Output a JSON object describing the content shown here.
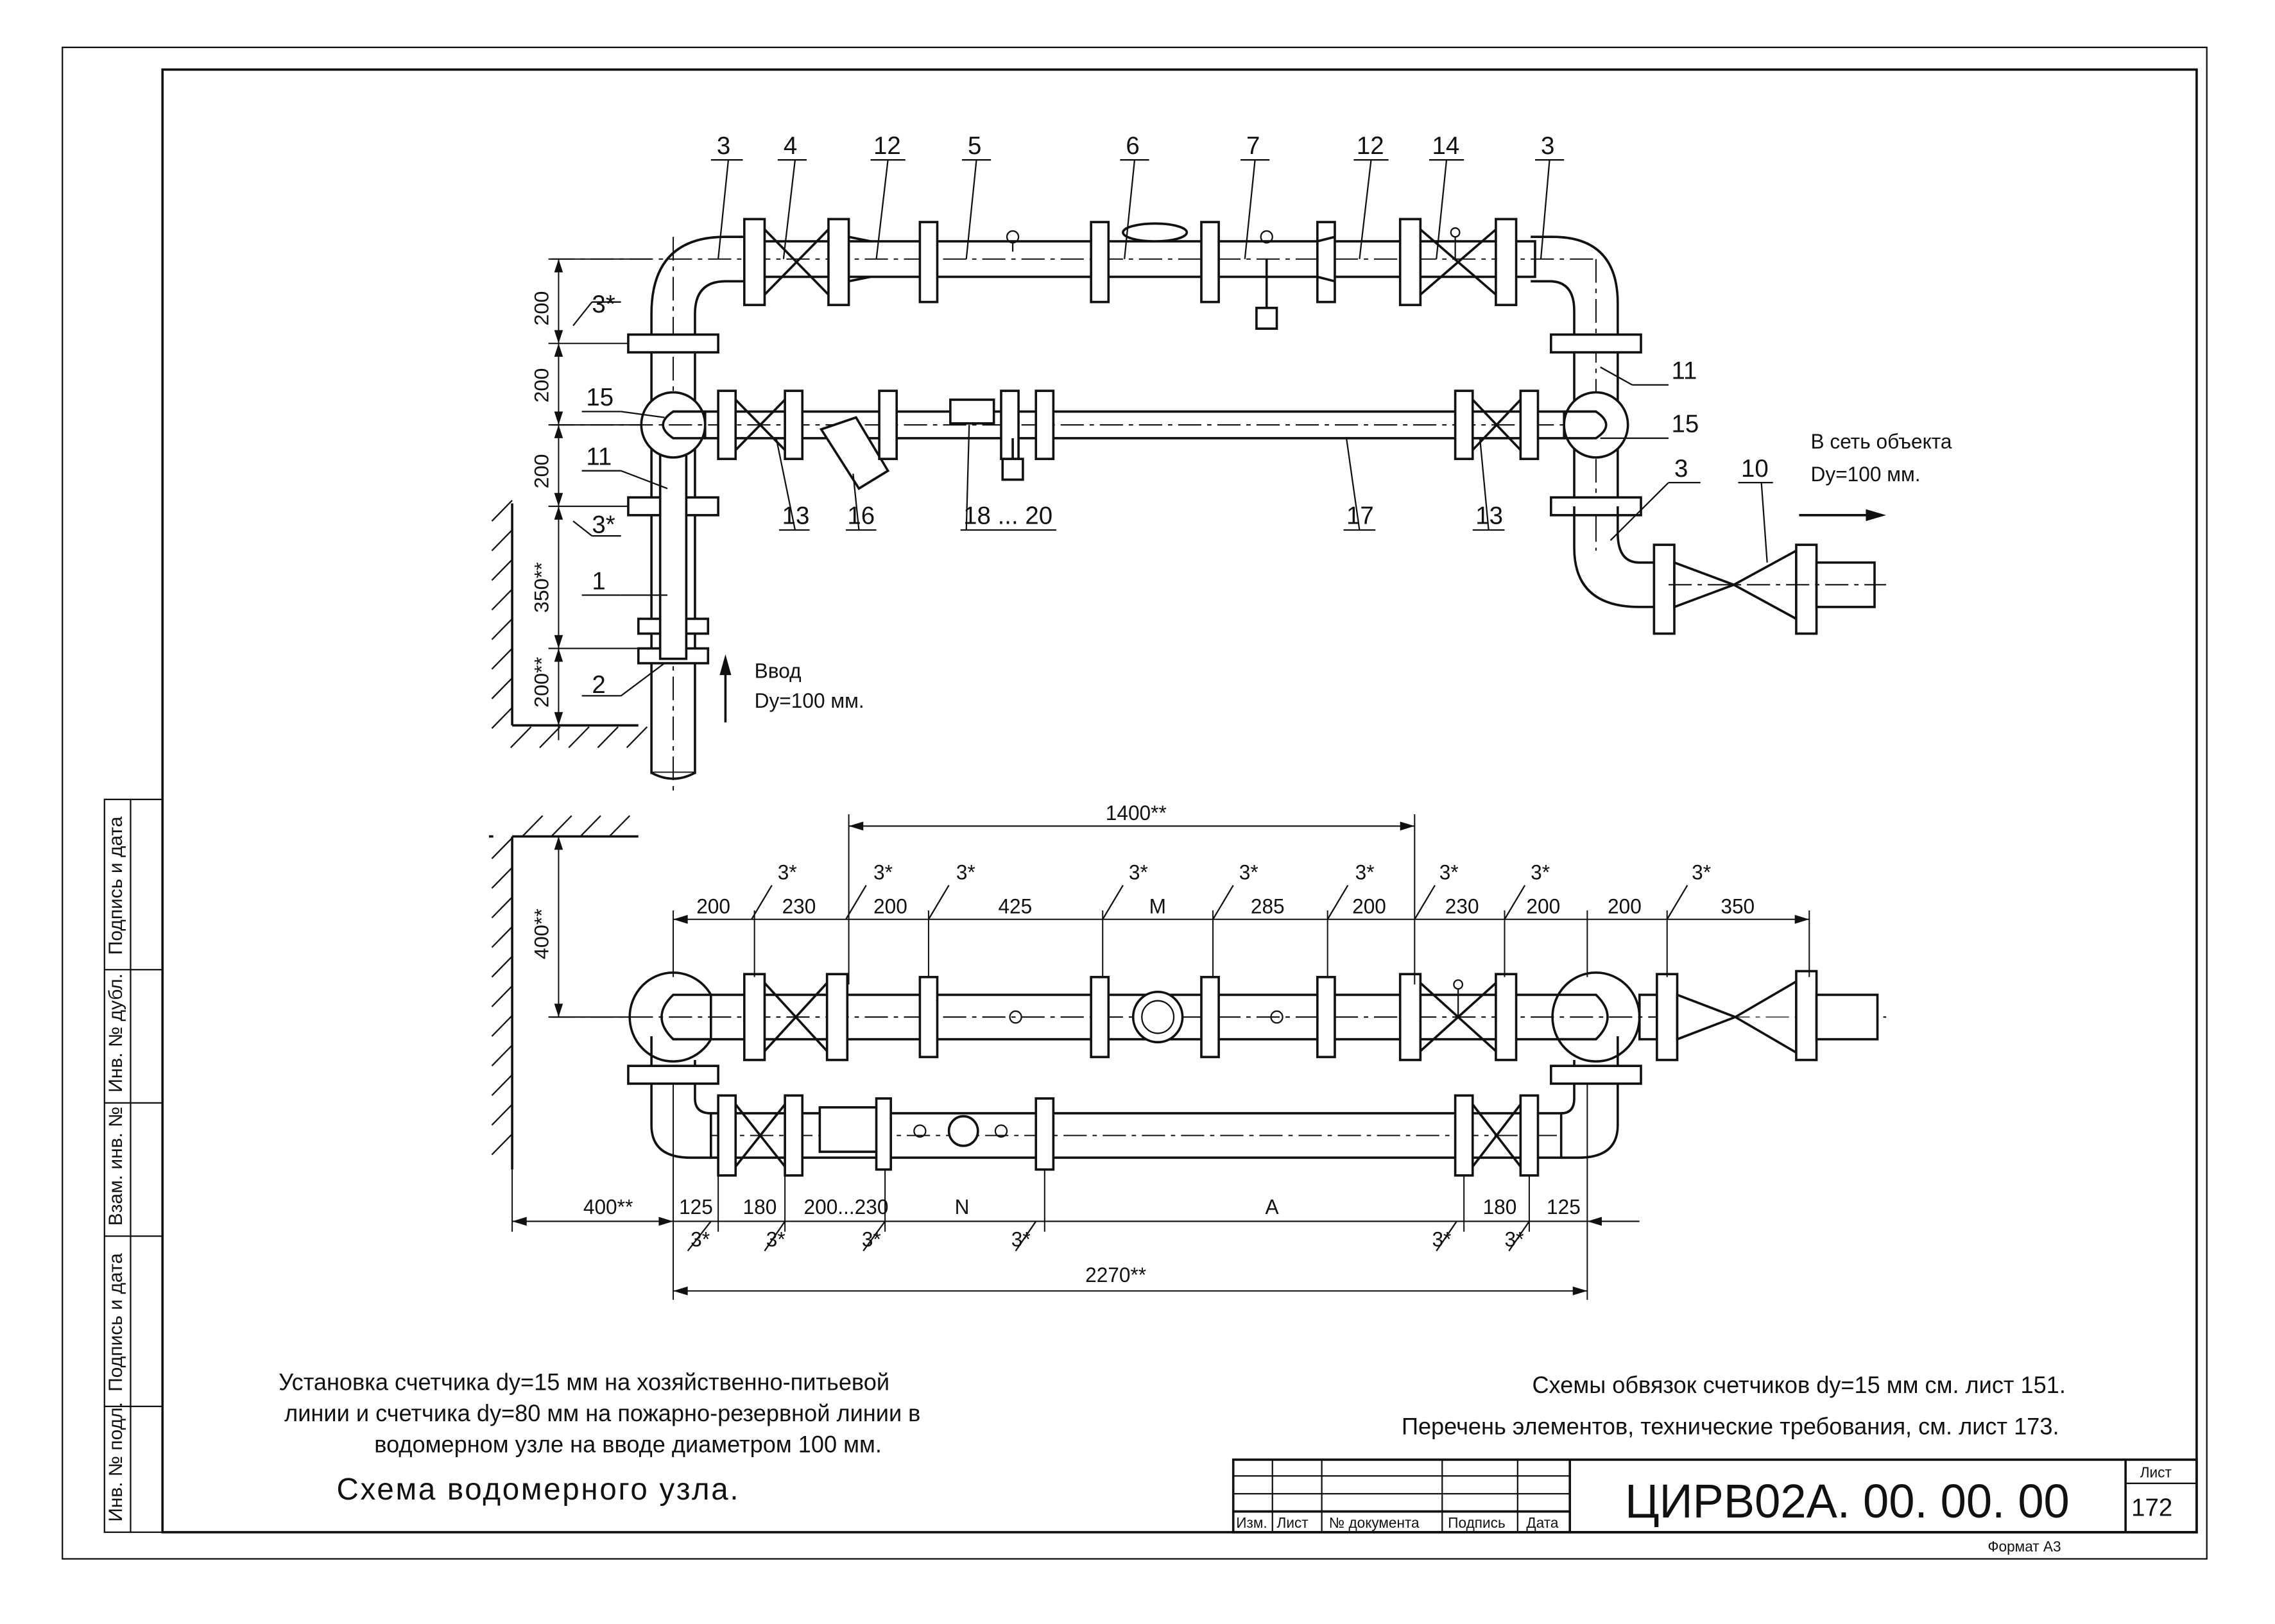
{
  "upper_scheme": {
    "position_labels": {
      "p3_left": "3",
      "p4": "4",
      "p12_left": "12",
      "p5": "5",
      "p6": "6",
      "p7": "7",
      "p12_right": "12",
      "p14": "14",
      "p3_right": "3",
      "p15_left": "15",
      "p11_left": "11",
      "p1": "1",
      "p2": "2",
      "p13_left": "13",
      "p16": "16",
      "p18_20": "18 ... 20",
      "p17": "17",
      "p13_right": "13",
      "p11_right": "11",
      "p15_right": "15",
      "p3_outlet": "3",
      "p10": "10"
    },
    "vertical_dims": {
      "d200_a": "200",
      "d200_b": "200",
      "d200_c": "200",
      "d350": "350**",
      "d200_d": "200**"
    },
    "gap_marks": {
      "g1": "3*",
      "g2": "3*"
    },
    "inlet": {
      "title": "Ввод",
      "size": "Dy=100 мм."
    },
    "outlet": {
      "title": "В сеть объекта",
      "size": "Dy=100 мм."
    }
  },
  "lower_scheme": {
    "overall_top": "1400**",
    "height_dim": "400**",
    "top_dims": [
      "200",
      "230",
      "200",
      "425",
      "M",
      "285",
      "200",
      "230",
      "200",
      "200",
      "350"
    ],
    "top_gap_marks": [
      "3*",
      "3*",
      "3*",
      "3*",
      "3*",
      "3*",
      "3*",
      "3*",
      "3*"
    ],
    "bottom_dims": [
      "400**",
      "125",
      "180",
      "200...230",
      "N",
      "A",
      "180",
      "125"
    ],
    "bottom_gap_marks": [
      "3*",
      "3*",
      "3*",
      "3*",
      "3*",
      "3*"
    ],
    "overall_bottom": "2270**"
  },
  "notes": {
    "installation_line1": "Установка счетчика dy=15 мм на хозяйственно-питьевой",
    "installation_line2": "линии и счетчика dy=80 мм на пожарно-резервной линии в",
    "installation_line3": "водомерном узле на вводе диаметром 100 мм.",
    "scheme_title": "Схема водомерного узла.",
    "ref1": "Схемы обвязок счетчиков dy=15 мм см. лист 151.",
    "ref2": "Перечень элементов, технические требования, см. лист 173."
  },
  "left_stamp": [
    "Подпись и дата",
    "Инв. № дубл.",
    "Взам. инв. №",
    "Подпись и дата",
    "Инв. № подл."
  ],
  "title_block": {
    "col_izm": "Изм.",
    "col_list": "Лист",
    "col_doc": "№ документа",
    "col_sign": "Подпись",
    "col_date": "Дата",
    "doc_code": "ЦИРВ02А. 00. 00. 00",
    "sheet_label": "Лист",
    "sheet_number": "172",
    "format": "Формат А3"
  }
}
